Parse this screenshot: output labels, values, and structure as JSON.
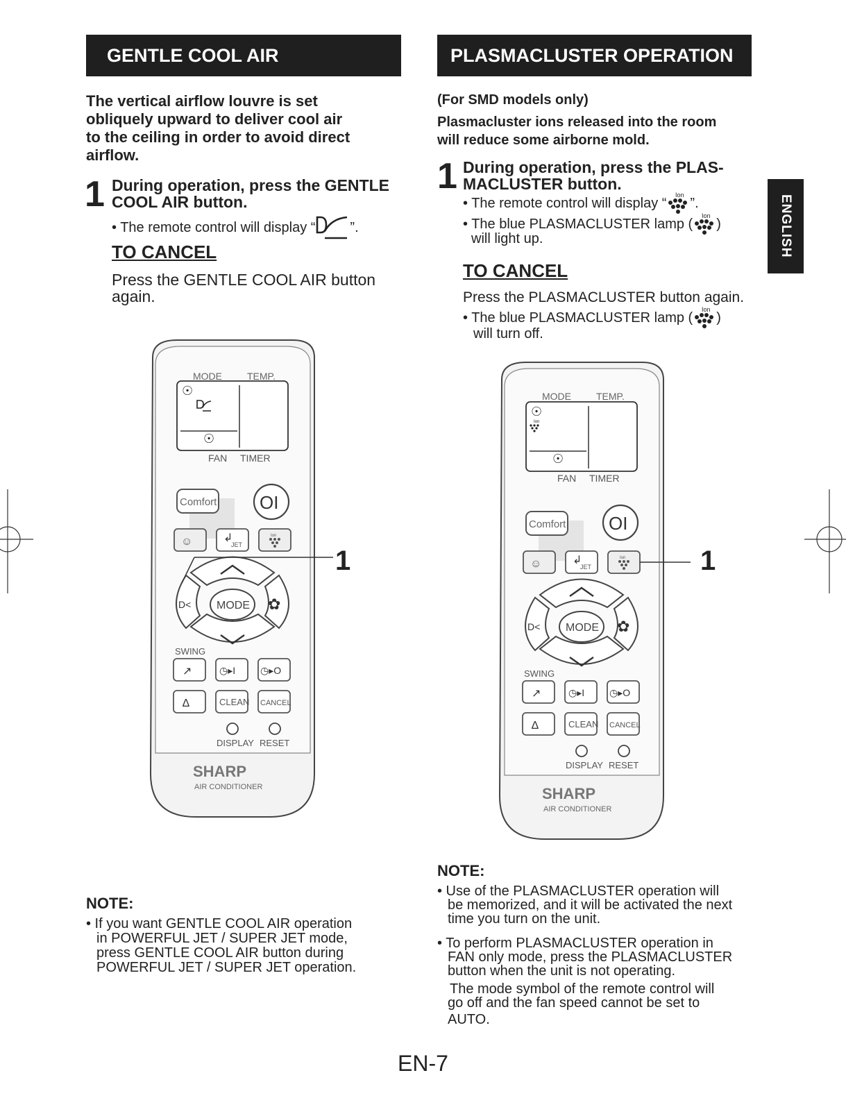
{
  "left": {
    "header": "GENTLE COOL AIR",
    "intro": [
      "The vertical airflow louvre is set",
      "obliquely upward to deliver cool air",
      "to the ceiling in order to avoid direct",
      "airflow."
    ],
    "step_number": "1",
    "step_text": [
      "During operation, press the GENTLE",
      "COOL AIR button."
    ],
    "bullet_pre": "• The remote control will display “",
    "bullet_post": "”.",
    "cancel_heading": "TO CANCEL",
    "cancel_text": [
      "Press the GENTLE COOL AIR button",
      "again."
    ],
    "callout": "1",
    "note_heading": "NOTE:",
    "note_lines": [
      "• If you want GENTLE COOL AIR operation",
      "in POWERFUL JET / SUPER JET mode,",
      "press GENTLE COOL AIR button during",
      "POWERFUL JET / SUPER JET operation."
    ]
  },
  "right": {
    "header": "PLASMACLUSTER OPERATION",
    "models": "(For SMD models only)",
    "intro": [
      "Plasmacluster ions released into the room",
      "will reduce some airborne mold."
    ],
    "step_number": "1",
    "step_text": [
      "During operation, press the PLAS-",
      "MACLUSTER button."
    ],
    "bullet1_pre": "• The remote control will display “",
    "bullet1_post": "”.",
    "bullet2_pre": "• The blue PLASMACLUSTER lamp (",
    "bullet2_post": ")",
    "bullet2_line2": "will light up.",
    "cancel_heading": "TO CANCEL",
    "cancel_text": "Press the PLASMACLUSTER button again.",
    "cancel_bullet_pre": "• The blue PLASMACLUSTER lamp (",
    "cancel_bullet_post": ")",
    "cancel_bullet_line2": "will turn off.",
    "callout": "1",
    "note_heading": "NOTE:",
    "note1_lines": [
      "• Use of the PLASMACLUSTER operation will",
      "be memorized, and it will be activated the next",
      "time you turn on the unit."
    ],
    "note2_lines": [
      "• To perform PLASMACLUSTER operation in",
      "FAN only mode, press the PLASMACLUSTER",
      "button when the unit is not operating."
    ],
    "note2_extra": [
      "The mode symbol of the remote control  will",
      "go off and the fan speed cannot be set to",
      "AUTO."
    ]
  },
  "remote": {
    "mode": "MODE",
    "temp": "TEMP.",
    "fan": "FAN",
    "timer": "TIMER",
    "comfort": "Comfort",
    "jet": "JET",
    "ion": "Ion",
    "mode_btn": "MODE",
    "swing": "SWING",
    "clean": "CLEAN",
    "cancel": "CANCEL",
    "display": "DISPLAY",
    "reset": "RESET",
    "brand": "SHARP",
    "sub": "AIR CONDITIONER"
  },
  "side_tab": "ENGLISH",
  "page_number": "EN-7"
}
